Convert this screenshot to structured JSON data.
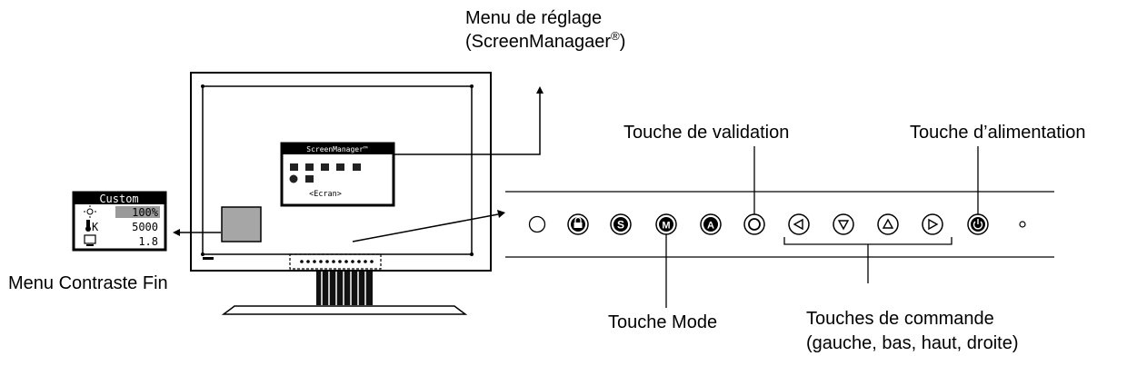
{
  "labels": {
    "menu_reglage_line1": "Menu de réglage",
    "menu_reglage_line2": "(ScreenManagaer",
    "menu_reglage_reg": "®",
    "menu_reglage_close": ")",
    "touche_validation": "Touche de validation",
    "touche_alimentation": "Touche d’alimentation",
    "menu_contraste_fin": "Menu Contraste Fin",
    "touche_mode": "Touche Mode",
    "touches_commande_line1": "Touches de commande",
    "touches_commande_line2": "(gauche, bas, haut, droite)"
  },
  "screenmanager_osd": {
    "title": "ScreenManager™",
    "caption": "<Ecran>"
  },
  "custom_osd": {
    "title": "Custom",
    "rows": [
      {
        "icon": "brightness-icon",
        "value": "100%"
      },
      {
        "icon": "temperature-icon",
        "unit": "K",
        "value": "5000"
      },
      {
        "icon": "gamma-icon",
        "value": "1.8"
      }
    ]
  },
  "buttons": {
    "s": "S",
    "m": "M",
    "a": "A"
  }
}
